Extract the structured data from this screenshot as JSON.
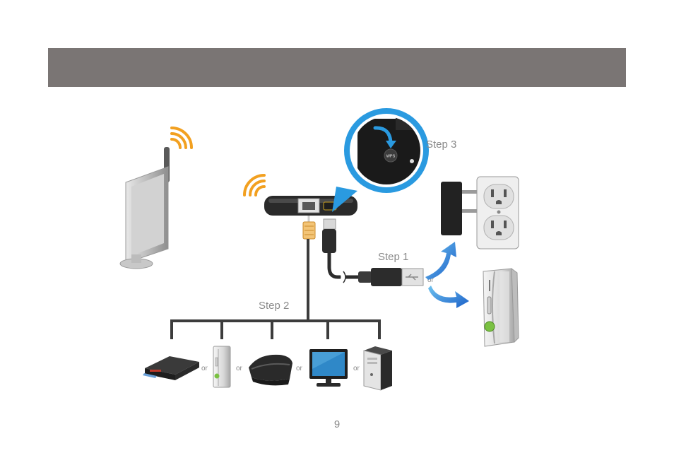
{
  "header": {
    "title": ""
  },
  "labels": {
    "step1": "Step 1",
    "step2": "Step 2",
    "step3": "Step 3",
    "or": "or",
    "wps": "WPS"
  },
  "page_number": "9",
  "colors": {
    "header_bar": "#7a7574",
    "callout_blue": "#2a9ae0",
    "arrow_blue": "#1f6fd1",
    "wifi_orange": "#f2a020",
    "cable_dark": "#3c3c3c",
    "xbox_green": "#7ac142"
  },
  "icons": [
    "wireless-router-icon",
    "wifi-signal-icon",
    "wireless-adapter-icon",
    "ethernet-port-icon",
    "usb-port-icon",
    "ethernet-connector-icon",
    "usb-connector-icon",
    "usb-plug-icon",
    "power-adapter-icon",
    "wall-outlet-icon",
    "xbox-console-icon",
    "blu-ray-player-icon",
    "game-console-icon",
    "television-icon",
    "desktop-computer-icon",
    "wps-button-icon"
  ]
}
